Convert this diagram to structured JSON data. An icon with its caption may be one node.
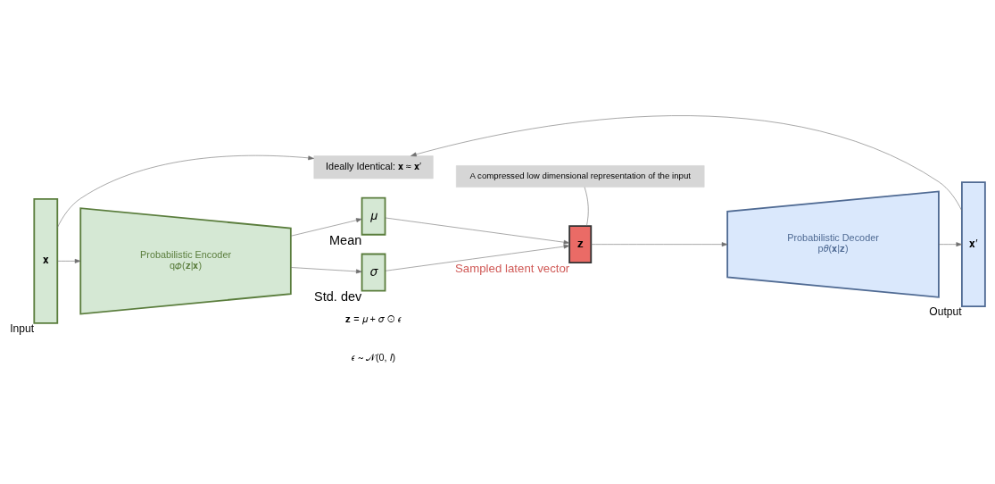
{
  "diagram": {
    "nodes": [
      {
        "text": [
          "Ideally Identical: 𝐱 ≈ 𝐱′"
        ]
      },
      {
        "text": [
          "𝐱"
        ],
        "beside": [
          "Input"
        ]
      },
      {
        "text": [
          "Probabilistic Encoder",
          "q𝜙(𝐳|𝐱)"
        ]
      },
      {
        "text": [
          "𝜇"
        ],
        "beside": [
          "Mean"
        ]
      },
      {
        "text": [
          "𝜎"
        ],
        "beside": [
          "Std. dev"
        ]
      },
      {
        "text": [
          "𝐳"
        ],
        "beside": [
          "Sampled latent vector"
        ]
      },
      {
        "text": [
          "Probabilistic Decoder",
          "p𝜃(𝐱|𝐳)"
        ]
      },
      {
        "text": [
          "𝐱′"
        ],
        "beside": [
          "Output"
        ]
      },
      {
        "text": [
          "A compressed low dimensional representation of the input"
        ]
      }
    ],
    "edges": [
      {
        "from": 1,
        "to": 0,
        "arrow": "to"
      },
      {
        "from": 7,
        "to": 0,
        "arrow": "to"
      },
      {
        "from": 1,
        "to": 2,
        "arrow": "to"
      },
      {
        "from": 2,
        "to": 3,
        "arrow": "to"
      },
      {
        "from": 2,
        "to": 4,
        "arrow": "to"
      },
      {
        "from": 3,
        "to": 5,
        "arrow": "to"
      },
      {
        "from": 4,
        "to": 5,
        "arrow": "to"
      },
      {
        "from": 5,
        "to": 6,
        "arrow": "to"
      },
      {
        "from": 6,
        "to": 7,
        "arrow": "to"
      },
      {
        "from": 8,
        "to": 5,
        "arrow": "none"
      }
    ],
    "labels": [
      "𝐳 = 𝜇 + 𝜎 ⊙ 𝜖",
      "𝜖 ∼ 𝒩(0, 𝐼)"
    ]
  }
}
